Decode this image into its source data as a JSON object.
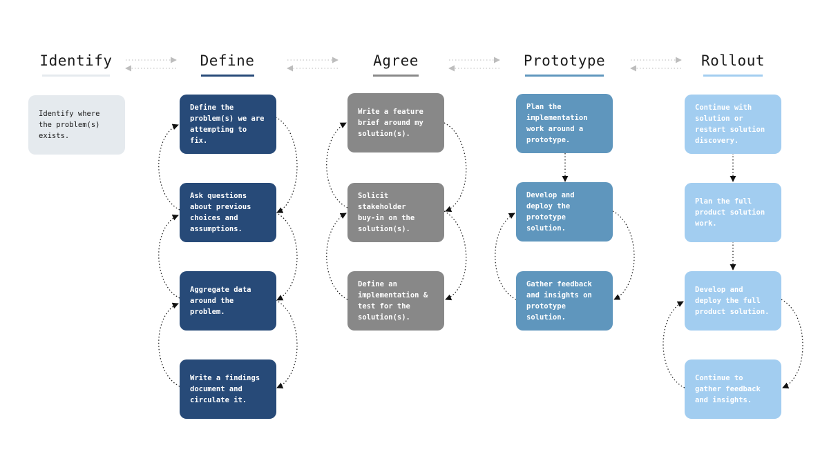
{
  "colors": {
    "identify": "#e5eaee",
    "define": "#274a78",
    "agree": "#888888",
    "prototype": "#5f96bd",
    "rollout": "#a2cdf0",
    "arrows": "#c4c4c4"
  },
  "stages": [
    {
      "key": "identify",
      "title": "Identify",
      "steps": [
        "Identify where\nthe problem(s)\nexists."
      ]
    },
    {
      "key": "define",
      "title": "Define",
      "steps": [
        "Define the\nproblem(s) we are\nattempting to\nfix.",
        "Ask questions\nabout previous\nchoices and\nassumptions.",
        "Aggregate data\naround the\nproblem.",
        "Write a findings\ndocument and\ncirculate it."
      ]
    },
    {
      "key": "agree",
      "title": "Agree",
      "steps": [
        "Write a feature\nbrief around my\nsolution(s).",
        "Solicit\nstakeholder\nbuy-in on the\nsolution(s).",
        "Define an\nimplementation &\ntest for the\nsolution(s)."
      ]
    },
    {
      "key": "prototype",
      "title": "Prototype",
      "steps": [
        "Plan the\nimplementation\nwork around a\nprototype.",
        "Develop and\ndeploy the\nprototype\nsolution.",
        "Gather feedback\nand insights on\nprototype\nsolution."
      ]
    },
    {
      "key": "rollout",
      "title": "Rollout",
      "steps": [
        "Continue with\nsolution or\nrestart solution\ndiscovery.",
        "Plan the full\nproduct solution\nwork.",
        "Develop and\ndeploy the full\nproduct solution.",
        "Continue to\ngather feedback\nand insights."
      ]
    }
  ]
}
